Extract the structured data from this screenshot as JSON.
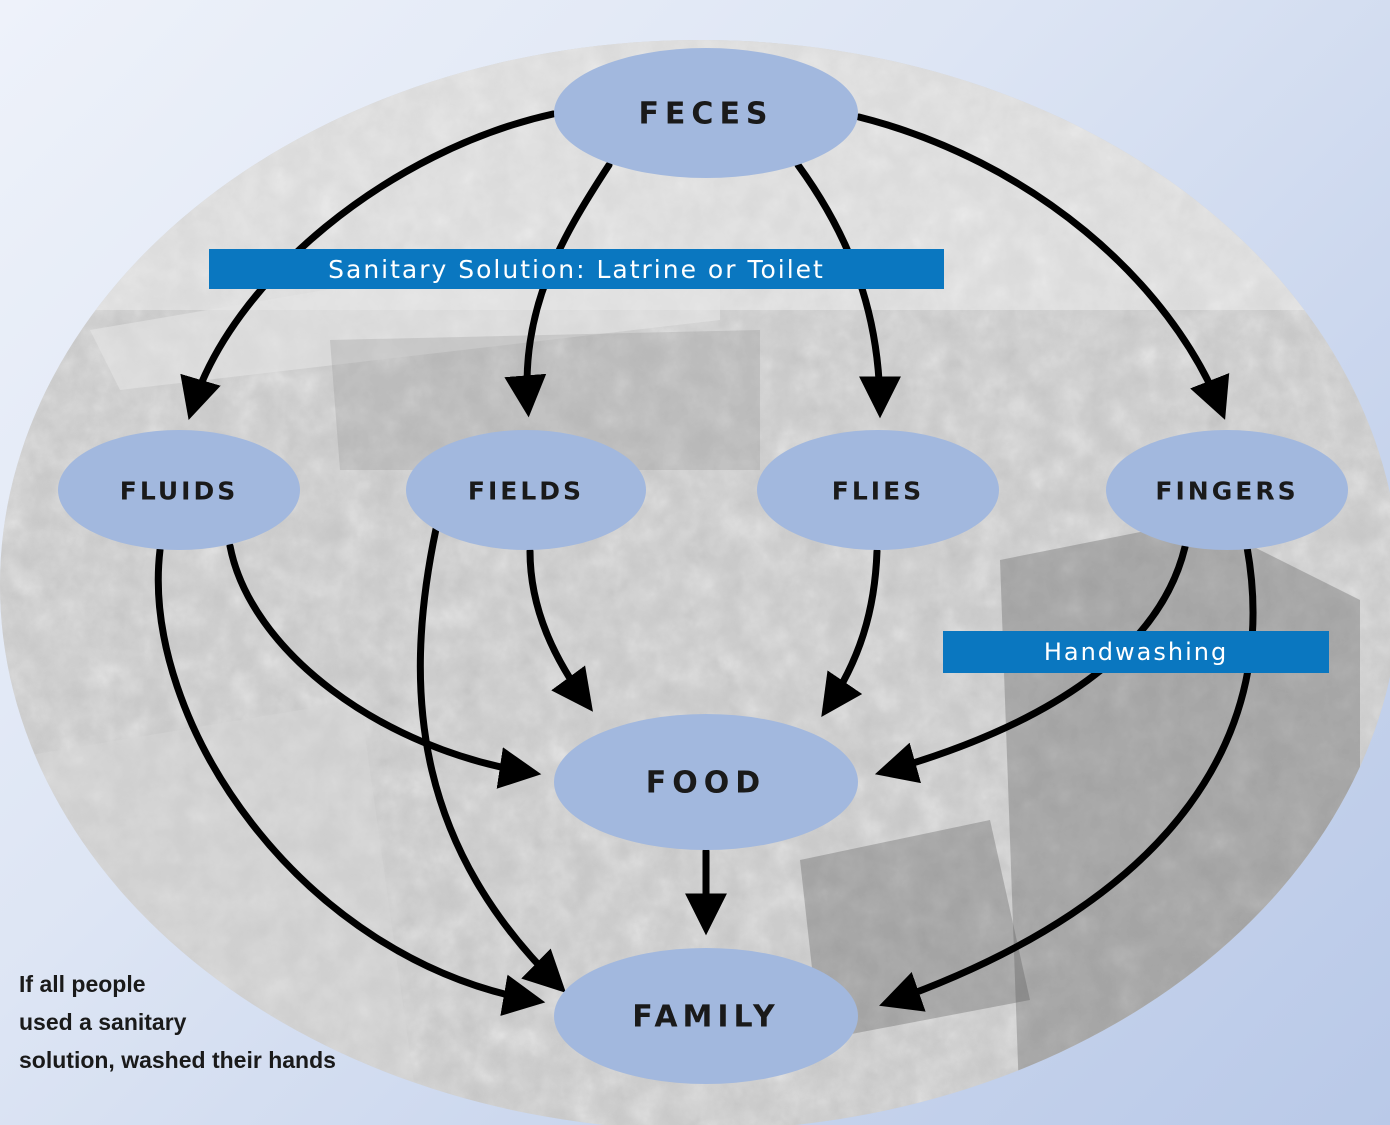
{
  "nodes": {
    "feces": "FECES",
    "fluids": "FLUIDS",
    "fields": "FIELDS",
    "flies": "FLIES",
    "fingers": "FINGERS",
    "food": "FOOD",
    "family": "FAMILY"
  },
  "barriers": {
    "sanitary": "Sanitary Solution: Latrine or Toilet",
    "handwashing": "Handwashing"
  },
  "caption": {
    "line1": "If all people",
    "line2": "used a sanitary",
    "line3": "solution, washed their hands"
  },
  "colors": {
    "node_fill": "#a2b8de",
    "banner": "#0a77c0",
    "arrow": "#000000"
  }
}
